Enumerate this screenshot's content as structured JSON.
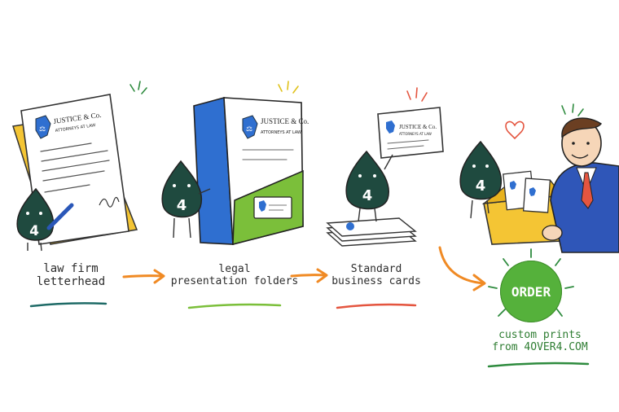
{
  "steps": [
    {
      "line1": "law firm",
      "line2": "letterhead"
    },
    {
      "line1": "legal",
      "line2": "presentation folders"
    },
    {
      "line1": "Standard",
      "line2": "business cards"
    }
  ],
  "brand": {
    "name": "JUSTICE & Co.",
    "tagline": "ATTORNEYS AT LAW",
    "mascot_number": "4"
  },
  "cta": {
    "button": "ORDER",
    "line1": "custom prints",
    "line2": "from 4OVER4.COM"
  },
  "colors": {
    "mascot": "#1f4a3f",
    "arrow": "#f08a24",
    "order_green": "#55b13b",
    "folder_blue": "#2f6fd0",
    "folder_green": "#7bbf3a",
    "letter_yellow": "#f4c534",
    "accent_red": "#e4553f"
  }
}
